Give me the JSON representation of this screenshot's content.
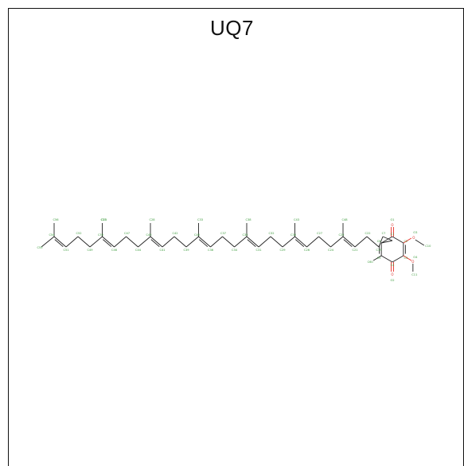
{
  "title": "UQ7",
  "colors": {
    "bond": "#222222",
    "carbon_label": "#3a9a3a",
    "oxygen_label": "#d9302a",
    "oxygen_bond": "#e8302a"
  },
  "atom_labels": {
    "c_tail_a": "C54",
    "c_tail_b": "C55",
    "c_tail_c": "C56",
    "c_iso_1": "C53",
    "c_iso_2": "C48",
    "c_iso_3": "C43",
    "c_iso_4": "C38",
    "c_iso_5": "C33",
    "c_iso_6": "C28",
    "c_iso_7": "C23",
    "chain_upper": [
      "C52",
      "C50",
      "C47",
      "C45",
      "C42",
      "C40",
      "C37",
      "C35",
      "C32",
      "C30",
      "C27",
      "C25",
      "C22",
      "C20"
    ],
    "chain_lower": [
      "C51",
      "C49",
      "C46",
      "C44",
      "C41",
      "C39",
      "C36",
      "C34",
      "C31",
      "C29",
      "C26",
      "C24",
      "C21",
      "C19"
    ],
    "c_link": "C7",
    "ring_1": "C1",
    "ring_2": "C2",
    "ring_3": "C3",
    "ring_4": "C4",
    "ring_5": "C5",
    "ring_6": "C6",
    "methyl": "C60",
    "methoxy_1": "C10",
    "methoxy_2": "C11",
    "o_top": "O1",
    "o_bottom": "O2",
    "o_ome1": "O3",
    "o_ome2": "O4"
  }
}
